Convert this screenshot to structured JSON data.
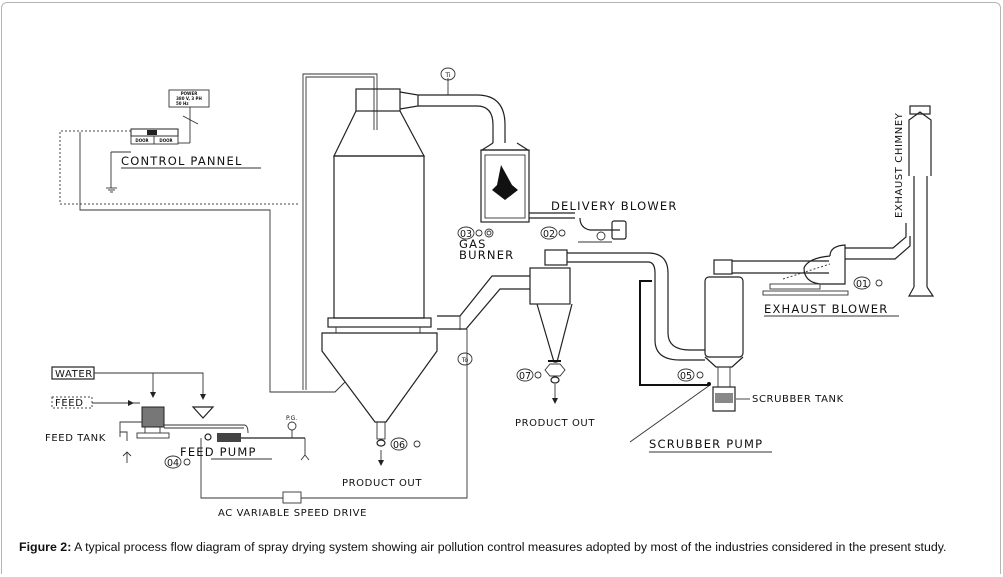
{
  "figure": {
    "caption_label": "Figure 2:",
    "caption_text": " A typical process flow diagram of spray drying system showing air pollution control measures adopted by most of the industries considered in the present study."
  },
  "diagram": {
    "power_box": {
      "line1": "POWER",
      "line2": "380 V, 3 PH",
      "line3": "50 Hz"
    },
    "control_panel": {
      "label": "CONTROL PANNEL",
      "door_left": "DOOR",
      "door_right": "DOOR"
    },
    "instruments": {
      "ti": "Ti",
      "to": "To",
      "pg": "P.G."
    },
    "equipment": {
      "delivery_blower": "DELIVERY BLOWER",
      "gas_burner_line1": "GAS",
      "gas_burner_line2": "BURNER",
      "exhaust_chimney": "EXHAUST CHIMNEY",
      "exhaust_blower": "EXHAUST BLOWER",
      "scrubber_tank": "SCRUBBER TANK",
      "scrubber_pump": "SCRUBBER PUMP",
      "feed_tank": "FEED TANK",
      "feed_pump": "FEED PUMP",
      "ac_drive": "AC VARIABLE SPEED DRIVE",
      "product_out_1": "PRODUCT OUT",
      "product_out_2": "PRODUCT OUT"
    },
    "inputs": {
      "water": "WATER",
      "feed": "FEED"
    },
    "tags": [
      "01",
      "02",
      "03",
      "04",
      "05",
      "06",
      "07"
    ]
  }
}
